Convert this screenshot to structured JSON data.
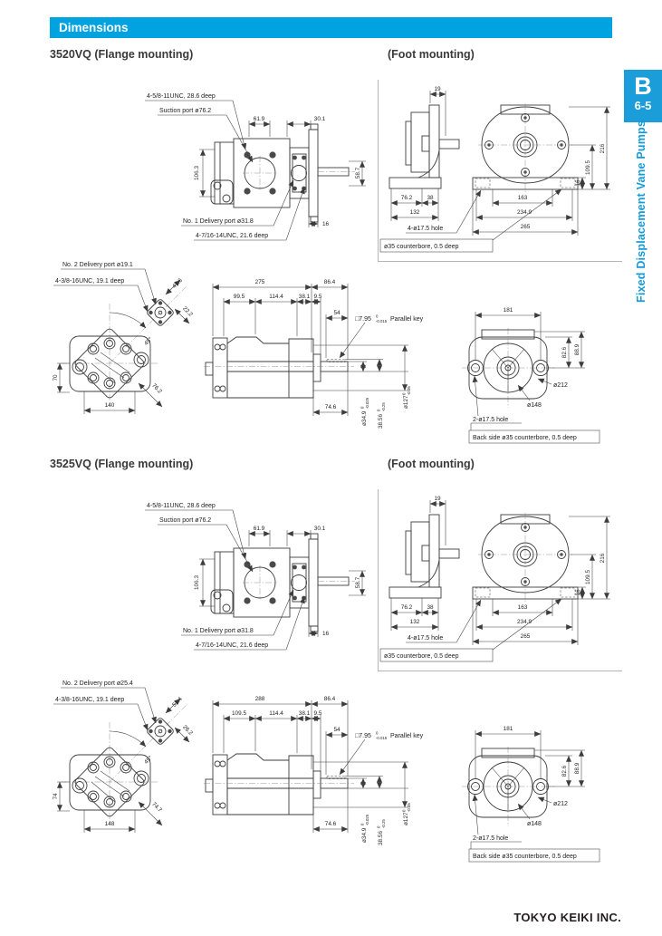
{
  "page": {
    "title_bar": "Dimensions",
    "tab": {
      "letter": "B",
      "number": "6-5",
      "side_label": "Fixed Displacement Vane Pumps"
    },
    "footer": "TOKYO KEIKI INC.",
    "colors": {
      "accent_cyan": "#00A3DF",
      "tab_blue": "#1B9DD9",
      "line": "#3d3d3d"
    }
  },
  "sections": [
    {
      "heading_flange": "3520VQ (Flange mounting)",
      "heading_foot": "(Foot mounting)",
      "flange": {
        "thread_top": "4-5/8-11UNC, 28.6 deep",
        "suction": "Suction port ø76.2",
        "d61_9": "61.9",
        "d30_1": "30.1",
        "d106_3": "106.3",
        "d58_7": "58.7",
        "delivery1": "No. 1 Delivery port ø31.8",
        "thread_bottom": "4-7/16-14UNC, 21.6 deep",
        "d16": "16"
      },
      "foot": {
        "d19": "19",
        "d216": "216",
        "d109_5": "109.5",
        "d16": "16",
        "d76_2": "76.2",
        "d38": "38",
        "d132": "132",
        "d163": "163",
        "d234_9": "234.9",
        "d265": "265",
        "holes": "4-ø17.5 hole",
        "counterbore": "ø35 counterbore, 0.5 deep"
      },
      "rear": {
        "delivery2": "No. 2 Delivery port ø19.1",
        "thread": "4-3/8-16UNC, 19.1 deep",
        "diag_w": "47.6",
        "diag_h": "22.2",
        "angle": "45°",
        "diag_body": "76.2",
        "dv": "70",
        "dh": "140"
      },
      "side": {
        "total": "275",
        "d86_4": "86.4",
        "a": "99.5",
        "b": "114.4",
        "c": "38.1",
        "d": "9.5",
        "d54": "54",
        "key_sq": "□7.95",
        "key_t0": "0",
        "key_t1": "-0.015",
        "key_name": "Parallel key",
        "shaft_dia": "ø34.9",
        "shaft_t0": "0",
        "shaft_t1": "-0.025",
        "key_h": "38.56",
        "keyh_t0": "0",
        "keyh_t1": "-0.25",
        "pilot": "ø127",
        "pilot_t0": "0",
        "pilot_t1": "-0.05",
        "d74_6": "74.6"
      },
      "front": {
        "d181": "181",
        "d82_6": "82.6",
        "d88_9": "88.9",
        "dia212": "ø212",
        "dia148": "ø148",
        "holes": "2-ø17.5 hole",
        "backside": "Back side ø35 counterbore, 0.5 deep"
      }
    },
    {
      "heading_flange": "3525VQ (Flange mounting)",
      "heading_foot": "(Foot mounting)",
      "flange": {
        "thread_top": "4-5/8-11UNC, 28.6 deep",
        "suction": "Suction port ø76.2",
        "d61_9": "61.9",
        "d30_1": "30.1",
        "d106_3": "106.3",
        "d58_7": "58.7",
        "delivery1": "No. 1 Delivery port ø31.8",
        "thread_bottom": "4-7/16-14UNC, 21.6 deep",
        "d16": "16"
      },
      "foot": {
        "d19": "19",
        "d216": "216",
        "d109_5": "109.5",
        "d16": "16",
        "d76_2": "76.2",
        "d38": "38",
        "d132": "132",
        "d163": "163",
        "d234_9": "234.9",
        "d265": "265",
        "holes": "4-ø17.5 hole",
        "counterbore": "ø35 counterbore, 0.5 deep"
      },
      "rear": {
        "delivery2": "No. 2 Delivery port ø25.4",
        "thread": "4-3/8-16UNC, 19.1 deep",
        "diag_w": "52.4",
        "diag_h": "26.2",
        "angle": "45°",
        "diag_body": "74.7",
        "dv": "74",
        "dh": "148"
      },
      "side": {
        "total": "288",
        "d86_4": "86.4",
        "a": "109.5",
        "b": "114.4",
        "c": "38.1",
        "d": "9.5",
        "d54": "54",
        "key_sq": "□7.95",
        "key_t0": "0",
        "key_t1": "-0.015",
        "key_name": "Parallel key",
        "shaft_dia": "ø34.9",
        "shaft_t0": "0",
        "shaft_t1": "-0.025",
        "key_h": "38.56",
        "keyh_t0": "0",
        "keyh_t1": "-0.25",
        "pilot": "ø127",
        "pilot_t0": "0",
        "pilot_t1": "-0.05",
        "d74_6": "74.6"
      },
      "front": {
        "d181": "181",
        "d82_6": "82.6",
        "d88_9": "88.9",
        "dia212": "ø212",
        "dia148": "ø148",
        "holes": "2-ø17.5 hole",
        "backside": "Back side ø35 counterbore, 0.5 deep"
      }
    }
  ]
}
